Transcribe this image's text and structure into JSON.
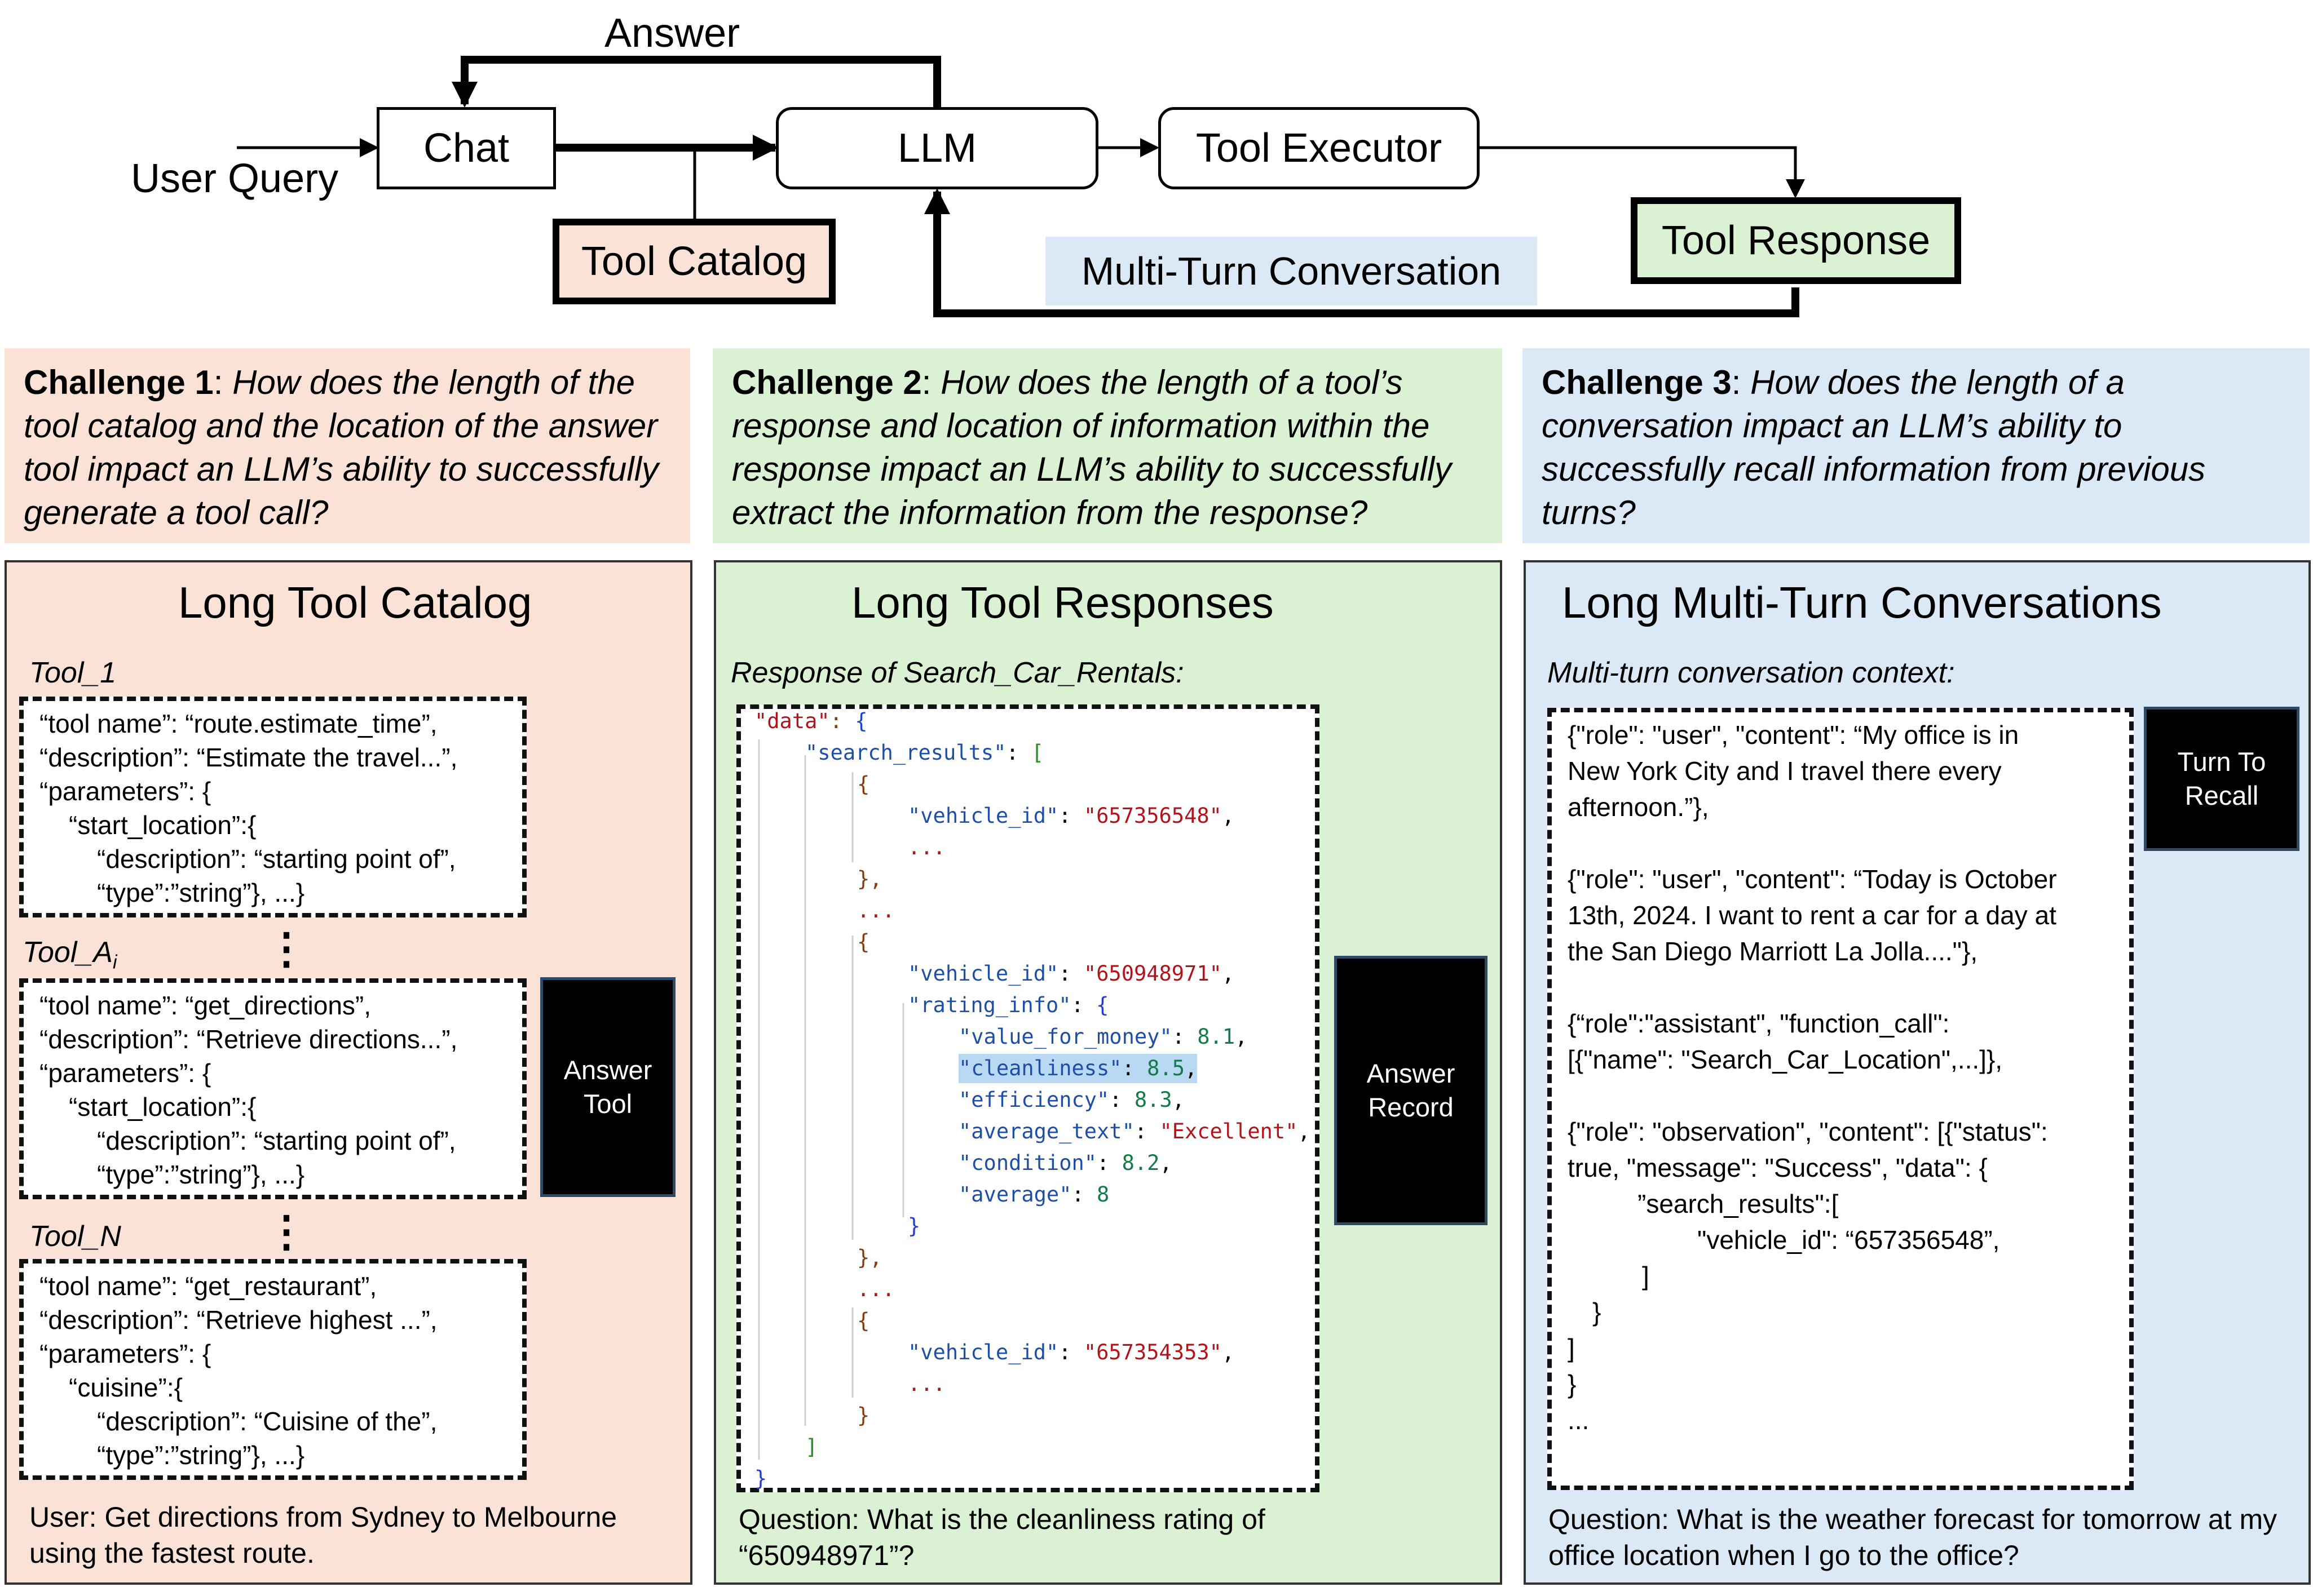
{
  "flow": {
    "answer": "Answer",
    "chat": "Chat",
    "user_query": "User Query",
    "llm": "LLM",
    "tool_executor": "Tool Executor",
    "tool_catalog": "Tool Catalog",
    "tool_response": "Tool Response",
    "multi_turn": "Multi-Turn Conversation"
  },
  "challenges": [
    {
      "label": "Challenge 1",
      "text": "How does the length of the tool catalog and the location of the answer tool impact an LLM’s ability to successfully generate a tool call?"
    },
    {
      "label": "Challenge 2",
      "text": "How does the length of a tool’s response and location of information within the response impact an LLM’s ability to successfully extract the information from the response?"
    },
    {
      "label": "Challenge 3",
      "text": "How does the length of a conversation impact an LLM’s ability to successfully recall information from previous turns?"
    }
  ],
  "catalog": {
    "title": "Long Tool Catalog",
    "tool1_label": "Tool_1",
    "toolA_label": "Tool_A",
    "toolA_sub": "i",
    "toolN_label": "Tool_N",
    "vdots": "⋮",
    "tool1_lines": [
      "“tool name”: “route.estimate_time”,",
      "“description”: “Estimate the travel...”,",
      "“parameters”: {",
      "“start_location”:{",
      "“description”: “starting point of”,",
      "“type”:”string”}, ...}"
    ],
    "toolA_lines": [
      "“tool name”: “get_directions”,",
      "“description”: “Retrieve directions...”,",
      "“parameters”: {",
      "“start_location”:{",
      "“description”: “starting point of”,",
      "“type”:”string”}, ...}"
    ],
    "toolN_lines": [
      "“tool name”: “get_restaurant”,",
      "“description”: “Retrieve highest ...”,",
      "“parameters”: {",
      "“cuisine”:{",
      "“description”: “Cuisine of the”,",
      "“type”:”string”}, ...}"
    ],
    "answer_tool": "Answer Tool",
    "user_text": "User: Get directions from Sydney to Melbourne using the fastest route."
  },
  "responses": {
    "title": "Long Tool Responses",
    "subtitle": "Response of Search_Car_Rentals:",
    "answer_record": "Answer Record",
    "question": "Question: What is the cleanliness rating of “650948971”?",
    "code": {
      "data_key": "\"data\"",
      "search_results_key": "\"search_results\"",
      "vehicle_id_key": "\"vehicle_id\"",
      "vid1": "\"657356548\"",
      "vid2": "\"650948971\"",
      "vid3": "\"657354353\"",
      "rating_info_key": "\"rating_info\"",
      "value_for_money_key": "\"value_for_money\"",
      "value_for_money": "8.1",
      "cleanliness_key": "\"cleanliness\"",
      "cleanliness": "8.5",
      "efficiency_key": "\"efficiency\"",
      "efficiency": "8.3",
      "average_text_key": "\"average_text\"",
      "average_text": "\"Excellent\"",
      "condition_key": "\"condition\"",
      "condition": "8.2",
      "average_key": "\"average\"",
      "average": "8",
      "ellipsis": "..."
    }
  },
  "conversations": {
    "title": "Long Multi-Turn Conversations",
    "subtitle": "Multi-turn conversation context:",
    "turn_recall": "Turn To Recall",
    "lines": [
      "{\"role\": \"user\", \"content\": “My office is in",
      "New York City and I travel there every",
      "afternoon.”},",
      "{\"role\": \"user\", \"content\": “Today is October",
      "13th, 2024. I want to rent a car for a day at",
      "the San Diego Marriott La Jolla....\"},",
      "{“role\":\"assistant\", \"function_call\":",
      "[{\"name\": \"Search_Car_Location\",...]},",
      "{\"role\": \"observation\", \"content\": [{\"status\":",
      "true, \"message\": \"Success\", \"data\": {",
      "”search_results\":[",
      "\"vehicle_id\": “657356548”,",
      "]",
      "}",
      "]",
      "}",
      "..."
    ],
    "question": "Question: What is the weather forecast for tomorrow at my office location when I go to the office?"
  },
  "colors": {
    "orange_bg": "#fae3d6",
    "green_bg": "#daf1d3",
    "blue_bg": "#dbe8f5",
    "highlight": "#b9d8f3"
  }
}
